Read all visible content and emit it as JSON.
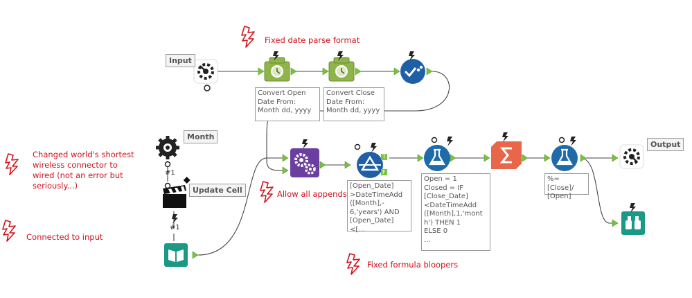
{
  "notes": {
    "fixed_date": "Fixed date parse format",
    "wireless": "Changed world's shortest wireless connector to wired (not an error but seriously...)",
    "connected_input": "Connected to input",
    "allow_appends": "Allow all appends",
    "fixed_formula": "Fixed formula bloopers"
  },
  "tools": {
    "input_label": "Input",
    "month_label": "Month",
    "update_cell_label": "Update Cell",
    "output_label": "Output",
    "hash1_a": "#1",
    "hash1_b": "#1"
  },
  "annotations": {
    "convert_open": [
      "Convert Open",
      "Date From:",
      "Month dd, yyyy"
    ],
    "convert_close": [
      "Convert Close",
      "Date From:",
      "Month dd, yyyy"
    ],
    "filter_expr": [
      "[Open_Date]",
      ">DateTimeAdd",
      "([Month],-",
      "6,'years') AND",
      "[Open_Date]<[..."
    ],
    "formula1": [
      "Open = 1",
      "Closed = IF",
      "[Close_Date]",
      "<DateTimeAdd",
      "([Month],1,'mont",
      "h') THEN 1",
      "ELSE 0",
      "..."
    ],
    "formula2": [
      "%=[Close]/",
      "[Open]"
    ]
  },
  "anchors": {
    "true": "T",
    "false": "F"
  },
  "colors": {
    "note_red": "#d0121b",
    "datetime_green": "#8fb44a",
    "select_blue": "#1f5fa6",
    "filter_blue": "#1f5fa6",
    "formula_blue": "#1f6aa8",
    "summarize_orange": "#e8674a",
    "append_purple": "#6a3fa0",
    "browse_teal": "#1a9a86",
    "connector_green": "#7ac142"
  }
}
